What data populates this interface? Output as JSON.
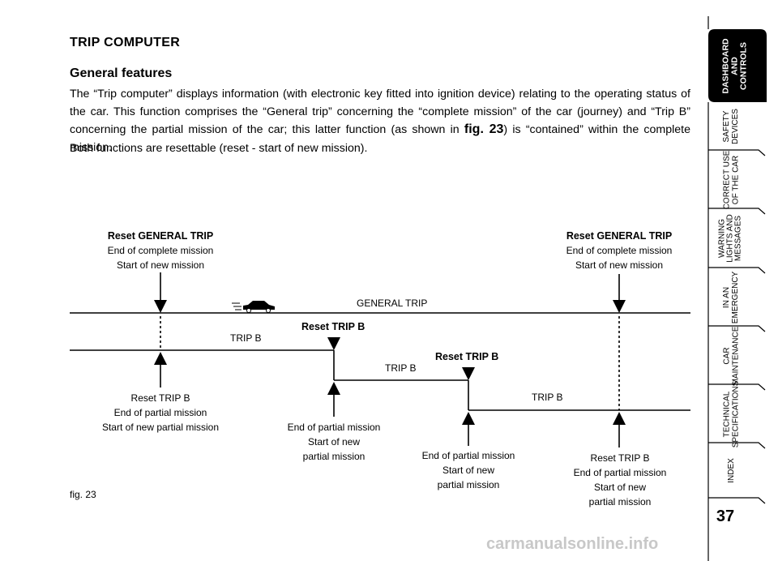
{
  "page": {
    "title": "TRIP COMPUTER",
    "subtitle": "General features",
    "para1_a": "The “Trip computer” displays information (with electronic key fitted into ignition device) relating to the operating status of the car. This function comprises the “General trip” concerning the “complete mission” of the car (journey) and “Trip B” concerning the partial mission of the car; this latter function (as shown in ",
    "para1_fig": "fig. 23",
    "para1_b": ") is “contained” within the complete mission.",
    "para2": "Both functions are resettable (reset - start of new mission).",
    "fig_label": "fig. 23",
    "page_number": "37",
    "watermark": "carmanualsonline.info"
  },
  "diagram": {
    "general_trip": "GENERAL TRIP",
    "trip_b_1": "TRIP B",
    "trip_b_2": "TRIP B",
    "trip_b_3": "TRIP B",
    "reset_general_left": {
      "h": "Reset GENERAL TRIP",
      "l1": "End of complete mission",
      "l2": "Start of new mission"
    },
    "reset_general_right": {
      "h": "Reset GENERAL TRIP",
      "l1": "End of complete mission",
      "l2": "Start of new mission"
    },
    "reset_trip_b_1": "Reset TRIP B",
    "reset_trip_b_2": "Reset TRIP B",
    "bottom_left": {
      "l1": "Reset TRIP B",
      "l2": "End of partial mission",
      "l3": "Start of new partial mission"
    },
    "bottom_mid1": {
      "l1": "End of partial mission",
      "l2": "Start of new",
      "l3": "partial mission"
    },
    "bottom_mid2": {
      "l1": "End of partial mission",
      "l2": "Start of new",
      "l3": "partial mission"
    },
    "bottom_right": {
      "l1": "Reset TRIP B",
      "l2": "End of partial mission",
      "l3": "Start of new",
      "l4": "partial mission"
    }
  },
  "sidebar": {
    "active": "DASHBOARD AND CONTROLS",
    "tabs": [
      {
        "label": "DASHBOARD AND CONTROLS",
        "l1": "DASHBOARD",
        "l2": "AND",
        "l3": "CONTROLS"
      },
      {
        "label": "SAFETY DEVICES",
        "l1": "SAFETY",
        "l2": "DEVICES"
      },
      {
        "label": "CORRECT USE OF THE CAR",
        "l1": "CORRECT USE",
        "l2": "OF THE CAR"
      },
      {
        "label": "WARNING LIGHTS AND MESSAGES",
        "l1": "WARNING",
        "l2": "LIGHTS AND",
        "l3": "MESSAGES"
      },
      {
        "label": "IN AN EMERGENCY",
        "l1": "IN AN",
        "l2": "EMERGENCY"
      },
      {
        "label": "CAR MAINTENANCE",
        "l1": "CAR",
        "l2": "MAINTENANCE"
      },
      {
        "label": "TECHNICAL SPECIFICATIONS",
        "l1": "TECHNICAL",
        "l2": "SPECIFICATIONS"
      },
      {
        "label": "INDEX",
        "l1": "INDEX"
      }
    ]
  },
  "colors": {
    "active_tab": "#000000",
    "tab_text_active": "#ffffff",
    "line": "#000000"
  }
}
